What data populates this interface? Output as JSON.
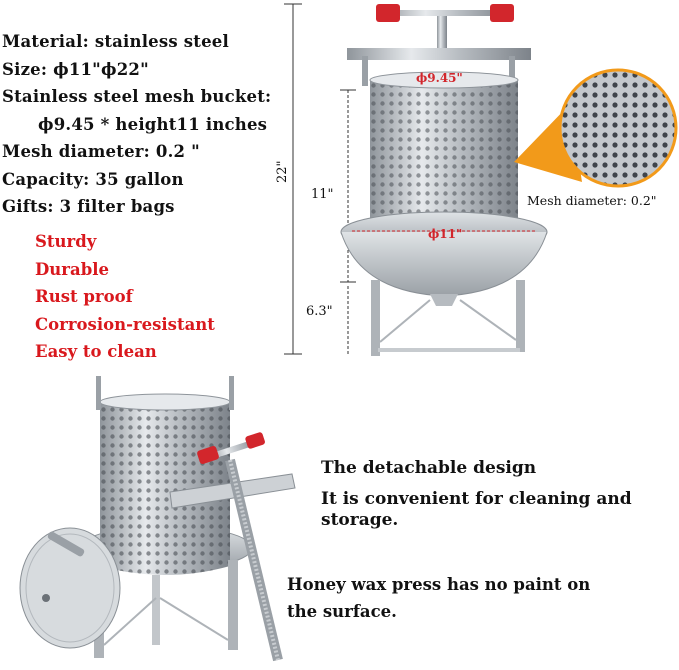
{
  "specs": [
    "Material: stainless steel",
    "Size:  ϕ11\"ϕ22\"",
    "Stainless steel mesh bucket:",
    "ϕ9.45 * height11 inches",
    "Mesh diameter: 0.2 \"",
    "Capacity: 35 gallon",
    "Gifts: 3 filter bags"
  ],
  "features": [
    "Sturdy",
    "Durable",
    "Rust proof",
    "Corrosion-resistant",
    "Easy to clean"
  ],
  "dimensions": {
    "total_height": "22\"",
    "bucket_height": "11\"",
    "leg_height": "6.3\"",
    "bucket_diameter": "ϕ9.45\"",
    "tray_diameter": "ϕ11\"",
    "mesh_callout": "Mesh diameter: 0.2\""
  },
  "detachable": {
    "title": "The detachable design",
    "body": "It is convenient for cleaning and storage."
  },
  "paint_note": "Honey wax press has no paint on the surface.",
  "colors": {
    "feature_red": "#d9181d",
    "steel": "#c9cdd2",
    "handle_red": "#d2262c",
    "callout_orange": "#f29a1a"
  }
}
